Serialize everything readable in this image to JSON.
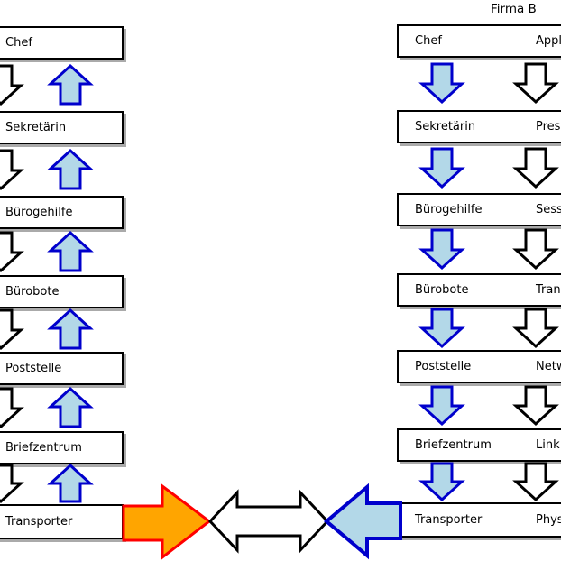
{
  "header": {
    "firma_b": "Firma B"
  },
  "left": {
    "boxes": [
      "Chef",
      "Sekretärin",
      "Bürogehilfe",
      "Bürobote",
      "Poststelle",
      "Briefzentrum",
      "Transporter"
    ]
  },
  "right": {
    "boxes": [
      "Chef",
      "Sekretärin",
      "Bürogehilfe",
      "Bürobote",
      "Poststelle",
      "Briefzentrum",
      "Transporter"
    ],
    "layer_labels": [
      "Appl",
      "Pres",
      "Sess",
      "Tran",
      "Netw",
      "Link",
      "Phys"
    ]
  },
  "colors": {
    "arrow_light_blue_fill": "#b3d8e8",
    "arrow_blue_border": "#0000cc",
    "arrow_white_fill": "#ffffff",
    "arrow_black_border": "#000000",
    "arrow_orange_fill": "#ffa500",
    "arrow_red_border": "#ff0000",
    "box_background": "#ffffff",
    "box_border": "#000000",
    "box_shadow": "#aaaaaa",
    "text": "#000000"
  }
}
